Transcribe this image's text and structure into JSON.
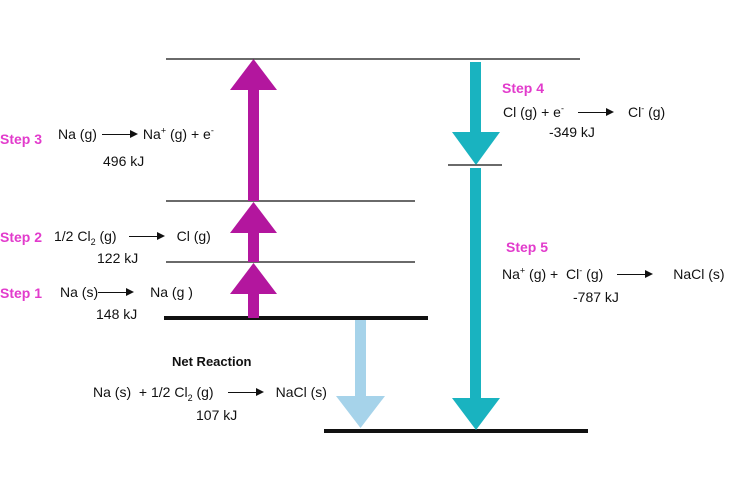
{
  "colors": {
    "magenta": "#b3169e",
    "teal": "#19b3c0",
    "lightblue": "#a6d3ea",
    "step_label": "#e23bcc",
    "line": "#111111"
  },
  "step3": {
    "label": "Step 3",
    "reactant": "Na (g)",
    "product_base": "Na",
    "product_charge": "+",
    "product_state": " (g) + e",
    "product_e_charge": "-",
    "energy": "496 kJ"
  },
  "step2": {
    "label": "Step 2",
    "reactant_base": "1/2 Cl",
    "reactant_sub": "2",
    "reactant_state": " (g)",
    "product": "Cl (g)",
    "energy": "122 kJ"
  },
  "step1": {
    "label": "Step 1",
    "reactant": "Na (s)",
    "product": "Na (g )",
    "energy": "148 kJ"
  },
  "step4": {
    "label": "Step 4",
    "reactant_base": "Cl (g) + e",
    "reactant_charge": "-",
    "product_base": "Cl",
    "product_charge": "-",
    "product_state": " (g)",
    "energy": "-349 kJ"
  },
  "step5": {
    "label": "Step 5",
    "r1_base": "Na",
    "r1_charge": "+",
    "r1_state": " (g) +",
    "r2_base": "Cl",
    "r2_charge": "-",
    "r2_state": " (g)",
    "product": "NaCl (s)",
    "energy": "-787 kJ"
  },
  "net": {
    "label": "Net Reaction",
    "r1": "Na (s)",
    "plus": "+",
    "r2_base": "1/2 Cl",
    "r2_sub": "2",
    "r2_state": " (g)",
    "product": "NaCl (s)",
    "energy": "107 kJ"
  }
}
